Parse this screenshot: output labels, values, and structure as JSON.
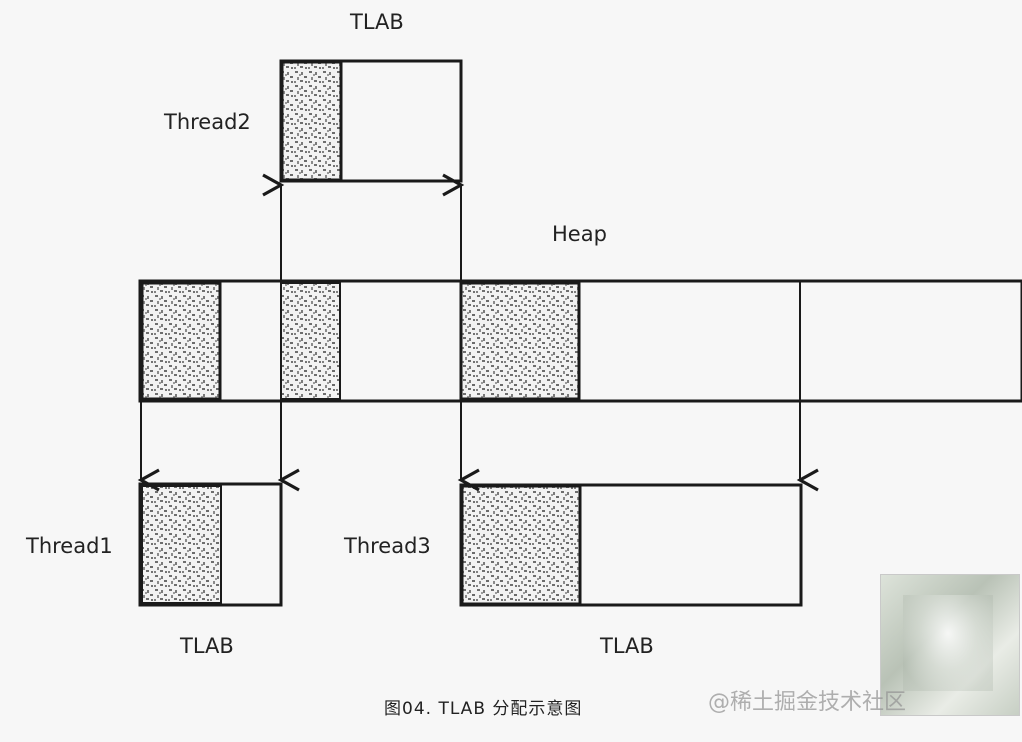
{
  "labels": {
    "tlab_top": "TLAB",
    "thread2": "Thread2",
    "heap": "Heap",
    "thread1": "Thread1",
    "thread3": "Thread3",
    "tlab_left": "TLAB",
    "tlab_right": "TLAB"
  },
  "caption": "图04. TLAB 分配示意图",
  "watermark": "@稀土掘金技术社区",
  "colors": {
    "stroke": "#1a1a1a",
    "fill_used": "#b5b5b5",
    "background": "#f7f7f7"
  }
}
